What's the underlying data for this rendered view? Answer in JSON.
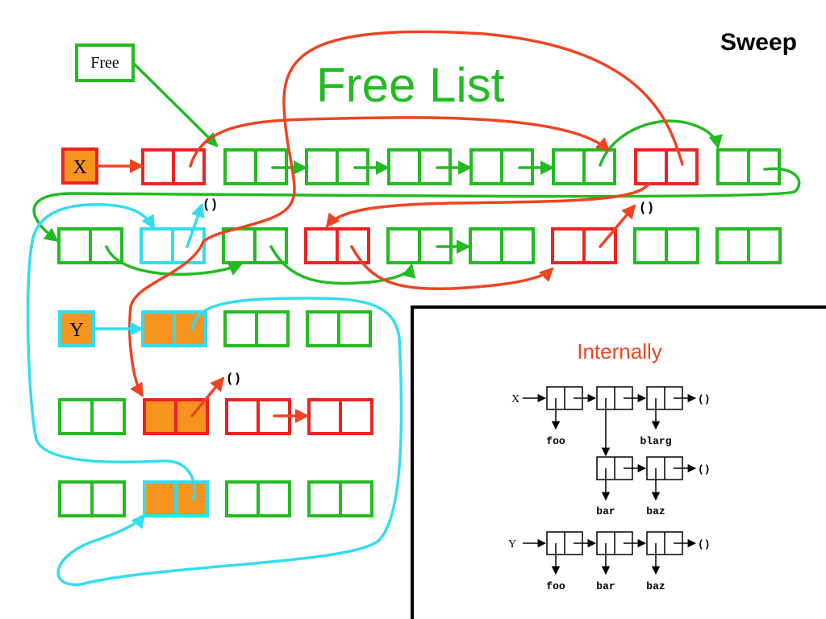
{
  "slide": {
    "title": "Sweep",
    "heading": "Free List",
    "free_label": "Free",
    "x_label": "X",
    "y_label": "Y",
    "nil_symbol": "()"
  },
  "inset": {
    "title": "Internally",
    "x_label": "X",
    "y_label": "Y",
    "nil": "()",
    "x_row_atoms": [
      "foo",
      "blarg"
    ],
    "nested_row_atoms": [
      "bar",
      "baz"
    ],
    "y_row_atoms": [
      "foo",
      "bar",
      "baz"
    ]
  },
  "colors": {
    "free": "#22bb22",
    "live_outline": "#ee2222",
    "live_fill": "#f5941f",
    "cyan": "#33ddee",
    "red_arrow": "#ee4422",
    "black": "#000000"
  }
}
